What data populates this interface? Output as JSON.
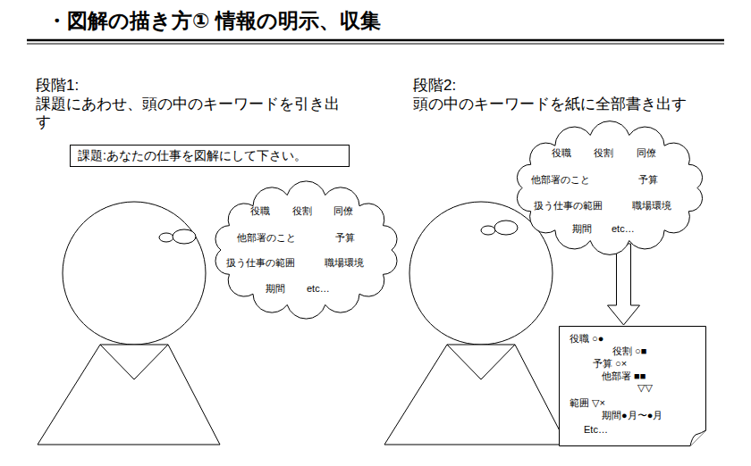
{
  "diagram": {
    "title": "・図解の描き方① 情報の明示、収集",
    "nodes": [
      {
        "text": [
          "課題:あなたの仕事を図解にして下さい。"
        ]
      },
      {
        "text": [
          "役職",
          "役割",
          "同僚",
          "他部署のこと",
          "予算",
          "扱う仕事の範囲",
          "職場環境",
          "期間",
          "etc…"
        ]
      },
      {
        "text": [
          "役職",
          "役割",
          "同僚",
          "他部署のこと",
          "予算",
          "扱う仕事の範囲",
          "職場環境",
          "期間",
          "etc…"
        ]
      },
      {
        "text": [
          "役職 ○●",
          "役割 ○■",
          "予算 ○×",
          "他部署 ■■",
          "▽▽",
          "範囲 ▽×",
          "期間●月〜●月",
          "Etc…"
        ]
      }
    ],
    "edges": [
      {
        "from": 2,
        "to": 3,
        "arrow": "to"
      }
    ],
    "labels": [
      "段階1:",
      "課題にあわせ、頭の中のキーワードを引き出す",
      "段階2:",
      "頭の中のキーワードを紙に全部書き出す"
    ]
  }
}
